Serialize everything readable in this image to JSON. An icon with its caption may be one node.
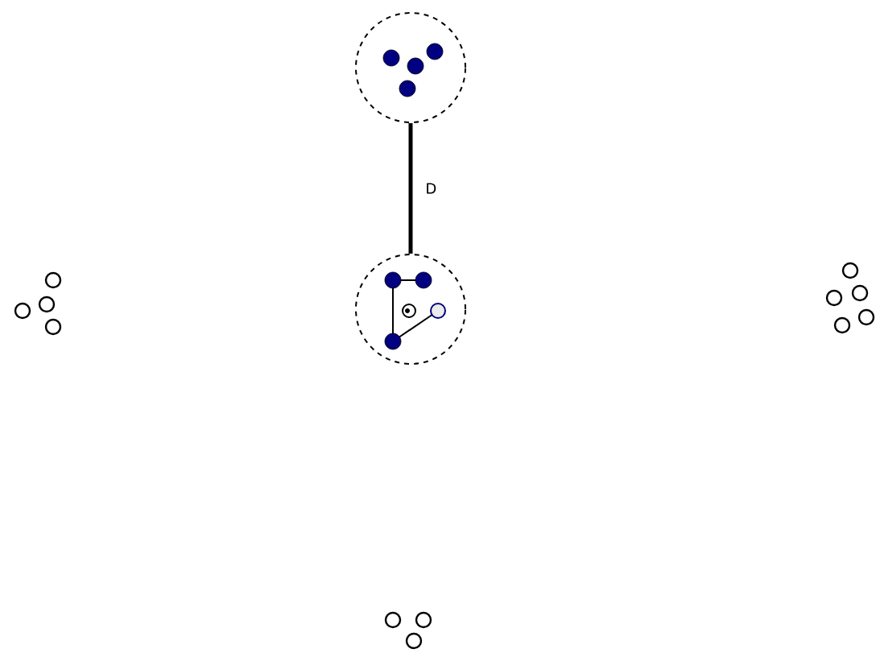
{
  "diagram": {
    "nodes": [
      {
        "text": [],
        "shape": "circle"
      },
      {
        "text": [],
        "shape": "circle"
      }
    ],
    "edges": [
      {
        "from": 0,
        "to": 1,
        "arrow": "none",
        "label": "D"
      }
    ]
  }
}
